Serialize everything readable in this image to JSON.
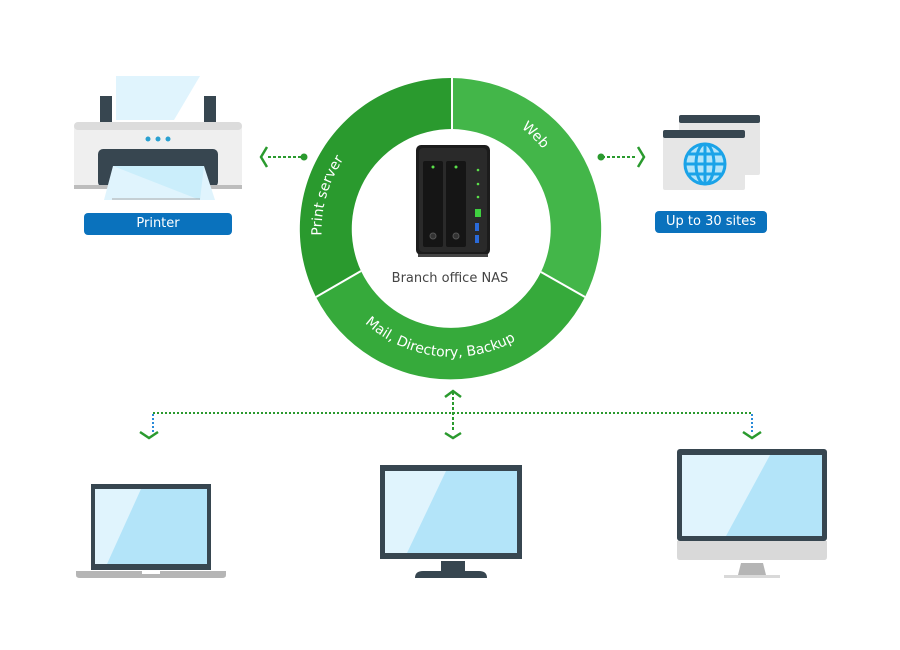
{
  "title": "Branch office NAS services diagram",
  "center": {
    "label": "Branch office NAS",
    "device": "2-bay NAS"
  },
  "ring_segments": [
    {
      "label": "Print server",
      "color": "#2a9a2e"
    },
    {
      "label": "Web",
      "color": "#43b649"
    },
    {
      "label": "Mail, Directory, Backup",
      "color": "#36aa3b"
    }
  ],
  "nodes": {
    "printer": {
      "label": "Printer",
      "icon": "printer-icon"
    },
    "websites": {
      "label": "Up to 30 sites",
      "icon": "globe-window-icon"
    },
    "clients": [
      {
        "icon": "laptop-icon"
      },
      {
        "icon": "monitor-icon"
      },
      {
        "icon": "all-in-one-desktop-icon"
      }
    ]
  },
  "colors": {
    "badge": "#0a72bd",
    "connector": "#2a9a2e",
    "screen_light": "#e0f4fd",
    "screen_dark": "#b3e4f9",
    "frame": "#374650"
  }
}
